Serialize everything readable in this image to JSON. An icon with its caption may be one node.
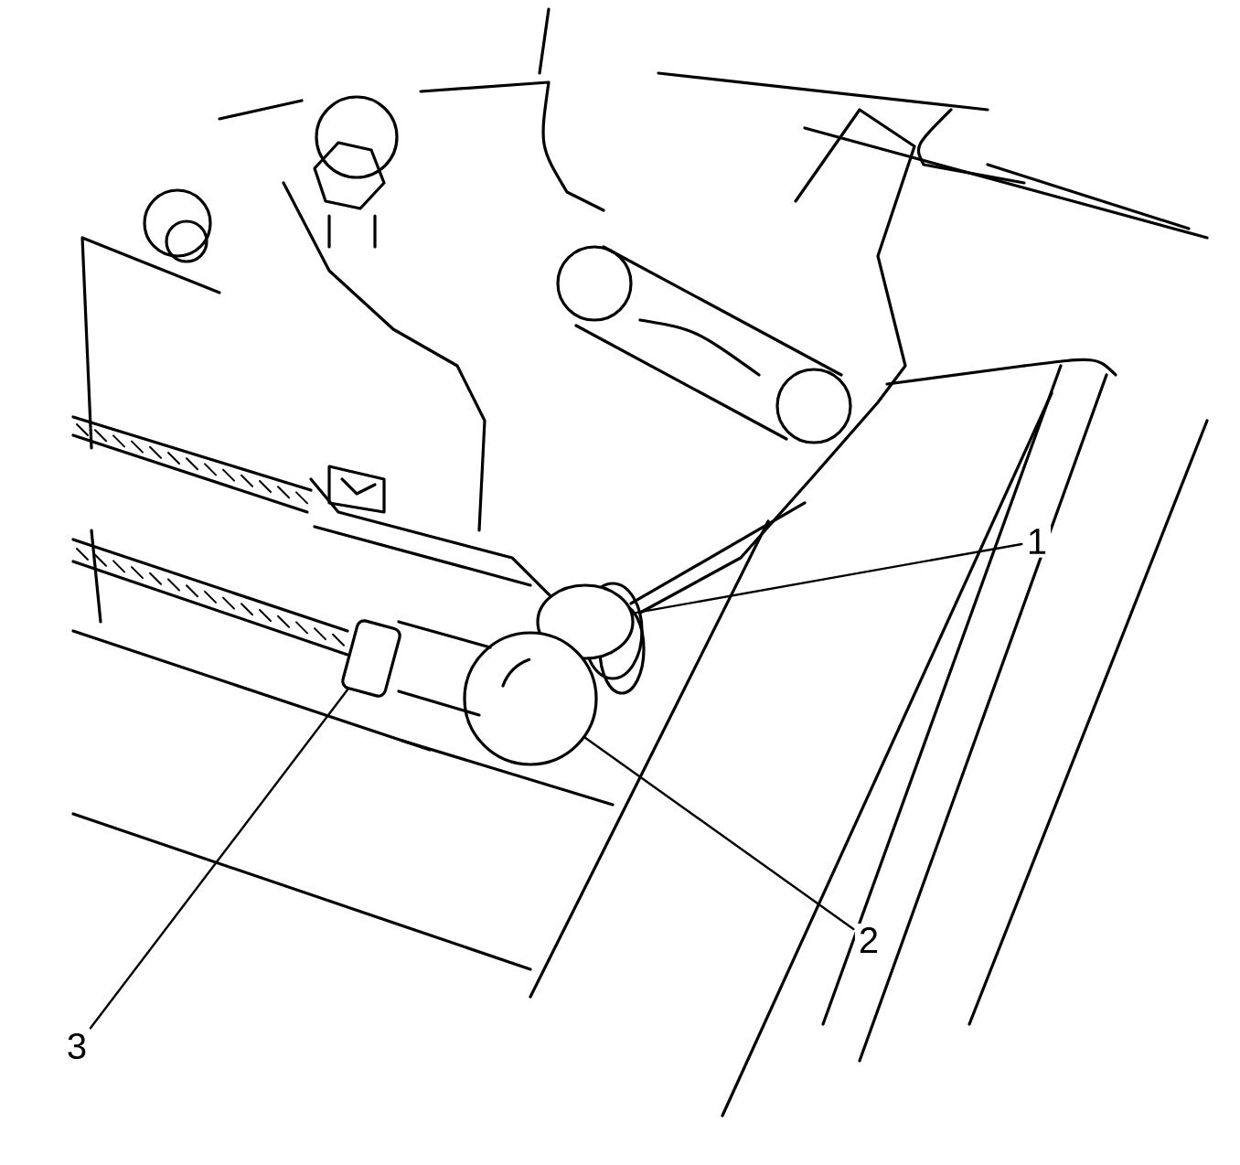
{
  "diagram": {
    "nodes": [
      {
        "text": [
          "1"
        ]
      },
      {
        "text": [
          "2"
        ]
      },
      {
        "text": [
          "3"
        ]
      },
      {
        "text": [],
        "shape": "circle"
      },
      {
        "text": [],
        "shape": "circle"
      },
      {
        "text": [],
        "shape": "box"
      }
    ],
    "edges": [
      {
        "from": 0,
        "to": 3,
        "arrow": "none"
      },
      {
        "from": 1,
        "to": 4,
        "arrow": "none"
      },
      {
        "from": 2,
        "to": 5,
        "arrow": "none"
      }
    ]
  }
}
